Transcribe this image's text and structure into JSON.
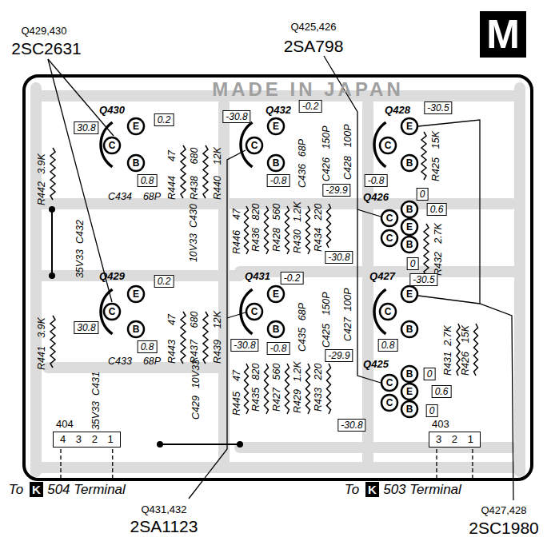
{
  "diagram": {
    "nodes": [
      {
        "text": [
          "M"
        ]
      },
      {
        "text": [
          "0.2"
        ]
      },
      {
        "text": [
          "30.8"
        ]
      },
      {
        "text": [
          "0.8"
        ]
      },
      {
        "text": [
          "-0.2"
        ]
      },
      {
        "text": [
          "-30.8"
        ]
      },
      {
        "text": [
          "-0.8"
        ]
      },
      {
        "text": [
          "-30.5"
        ]
      },
      {
        "text": [
          "-0.8"
        ]
      },
      {
        "text": [
          "-29.9"
        ]
      },
      {
        "text": [
          "0"
        ]
      },
      {
        "text": [
          "0.6"
        ]
      },
      {
        "text": [
          "-30.8"
        ]
      },
      {
        "text": [
          "0"
        ]
      },
      {
        "text": [
          "0.2"
        ]
      },
      {
        "text": [
          "-0.2"
        ]
      },
      {
        "text": [
          "30.8"
        ]
      },
      {
        "text": [
          "-30.8"
        ]
      },
      {
        "text": [
          "0.8"
        ]
      },
      {
        "text": [
          "-0.8"
        ]
      },
      {
        "text": [
          "-30.5"
        ]
      },
      {
        "text": [
          "0.8"
        ]
      },
      {
        "text": [
          "-29.9"
        ]
      },
      {
        "text": [
          "0"
        ]
      },
      {
        "text": [
          "0.6"
        ]
      },
      {
        "text": [
          "0"
        ]
      },
      {
        "text": [
          "-30.8"
        ]
      },
      {
        "text": [
          "404",
          "4 3 2 1"
        ]
      },
      {
        "text": [
          "403",
          "3 2 1"
        ]
      },
      {
        "text": [
          "K"
        ]
      },
      {
        "text": [
          "K"
        ]
      }
    ],
    "labels": [
      "Q429,430",
      "2SC2631",
      "Q425,426",
      "2SA798",
      "MADE IN JAPAN",
      "Q430",
      "E",
      "C",
      "B",
      "3.9K",
      "R442",
      "C434",
      "68P",
      "47",
      "R444",
      "680",
      "R438",
      "12K",
      "R440",
      "C432",
      "35V33",
      "C430",
      "10V33",
      "Q432",
      "E",
      "C",
      "B",
      "68P",
      "C436",
      "150P",
      "C426",
      "100P",
      "C428",
      "47",
      "R446",
      "820",
      "R436",
      "560",
      "R428",
      "1.2K",
      "R430",
      "220",
      "R434",
      "Q428",
      "E",
      "C",
      "B",
      "15K",
      "R425",
      "Q426",
      "B",
      "C",
      "E",
      "C",
      "B",
      "2.7K",
      "R432",
      "Q429",
      "E",
      "C",
      "B",
      "3.9K",
      "R441",
      "C433",
      "68P",
      "47",
      "R443",
      "680",
      "R437",
      "12K",
      "R439",
      "C431",
      "35V33",
      "10V33",
      "C429",
      "Q431",
      "E",
      "C",
      "B",
      "68P",
      "C435",
      "150P",
      "C425",
      "100P",
      "C427",
      "47",
      "R445",
      "820",
      "R435",
      "560",
      "R427",
      "1.2K",
      "R429",
      "220",
      "R433",
      "Q427",
      "E",
      "C",
      "B",
      "2.7K",
      "R431",
      "15K",
      "R426",
      "Q425",
      "B",
      "C",
      "E",
      "C",
      "B",
      "To",
      "504 Terminal",
      "To",
      "503 Terminal",
      "Q431,432",
      "2SA1123",
      "Q427,428",
      "2SC1980"
    ]
  }
}
